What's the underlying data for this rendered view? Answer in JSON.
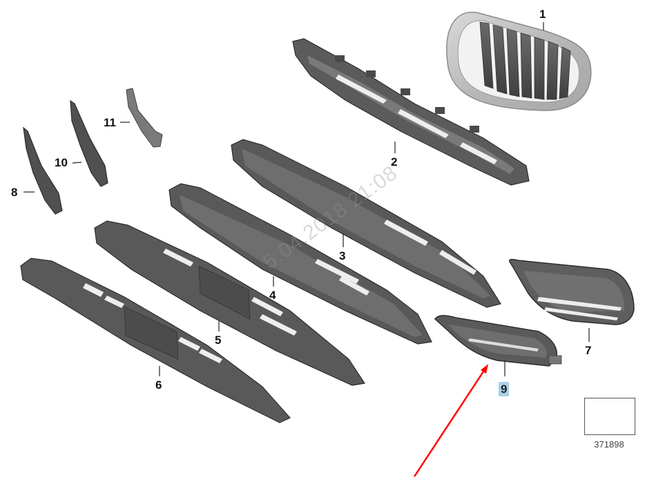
{
  "diagram": {
    "type": "exploded parts diagram",
    "subject": "Front bumper grilles / trim panels",
    "reference_number": "371898",
    "watermark": "5.04.2018 21:08",
    "highlighted_part": "9",
    "annotation": {
      "type": "red-arrow",
      "color": "#ff0000",
      "points_to_part": "9"
    },
    "parts": [
      {
        "label": "1",
        "description": "Kidney grille (silver frame, dark slats)"
      },
      {
        "label": "2",
        "description": "Center grille carrier / frame"
      },
      {
        "label": "3",
        "description": "Lower grille strip"
      },
      {
        "label": "4",
        "description": "Lower grille strip"
      },
      {
        "label": "5",
        "description": "Lower grille strip with license plate area"
      },
      {
        "label": "6",
        "description": "Lower grille strip with license plate area"
      },
      {
        "label": "7",
        "description": "Side air intake grille, large"
      },
      {
        "label": "8",
        "description": "Trim strip, side"
      },
      {
        "label": "9",
        "description": "Side air intake grille / fog light cover"
      },
      {
        "label": "10",
        "description": "Trim strip, side"
      },
      {
        "label": "11",
        "description": "Bracket / trim piece"
      }
    ]
  }
}
